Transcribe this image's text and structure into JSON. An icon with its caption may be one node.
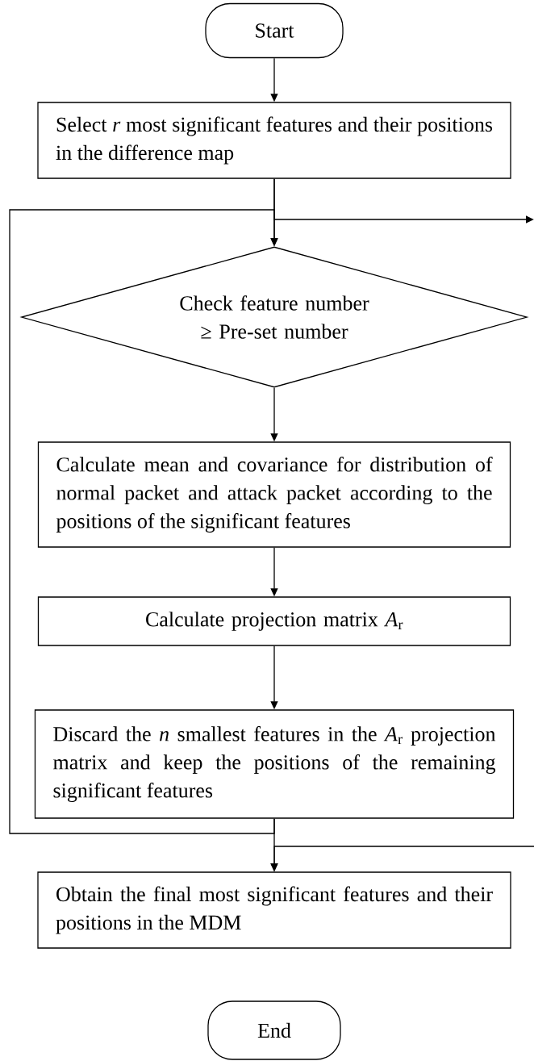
{
  "diagram": {
    "nodes": [
      {
        "text": [
          "Start"
        ]
      },
      {
        "text": [
          "Select *r* most significant features and their positions in the difference map"
        ]
      },
      {
        "text": [
          "Check feature number ≥ Pre-set number"
        ]
      },
      {
        "text": [
          "Calculate mean and covariance for distribution of normal packet and attack packet according to the positions of the significant features"
        ]
      },
      {
        "text": [
          "Calculate projection matrix *A*$_{r}$"
        ]
      },
      {
        "text": [
          "Discard the *n* smallest features in the *A*$_{r}$ projection matrix and keep the positions of the remaining significant features"
        ]
      },
      {
        "text": [
          "Obtain the final most significant features and their positions in the MDM"
        ]
      },
      {
        "text": [
          "End"
        ]
      }
    ],
    "edges": [
      {
        "from": 0,
        "to": 1,
        "arrow": "to"
      },
      {
        "from": 1,
        "to": 2,
        "arrow": "to"
      },
      {
        "from": 2,
        "to": 3,
        "arrow": "to"
      },
      {
        "from": 3,
        "to": 4,
        "arrow": "to"
      },
      {
        "from": 4,
        "to": 5,
        "arrow": "to"
      },
      {
        "from": 5,
        "to": 6,
        "arrow": "to"
      },
      {
        "from": 5,
        "to": 2,
        "arrow": "to"
      },
      {
        "from": 1,
        "to": null,
        "arrow": "to"
      },
      {
        "from": null,
        "to": 6,
        "arrow": "to"
      }
    ]
  }
}
